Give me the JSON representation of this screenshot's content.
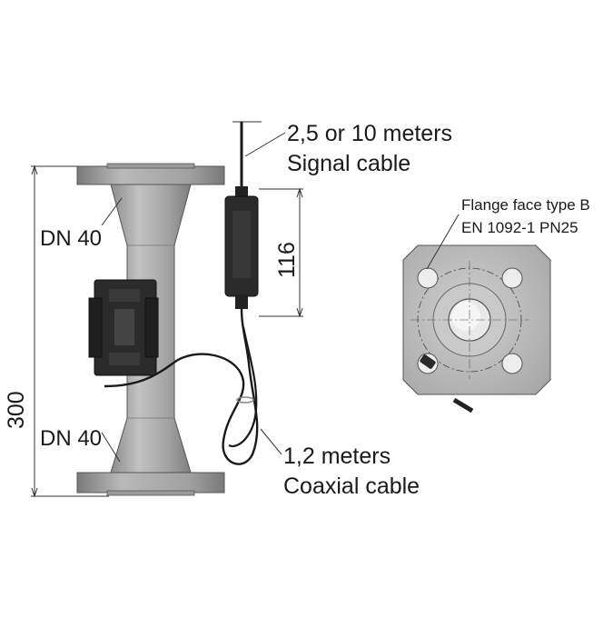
{
  "labels": {
    "signal_cable_length": "2,5 or 10 meters",
    "signal_cable": "Signal cable",
    "dn_top": "DN 40",
    "dn_bottom": "DN 40",
    "dim_116": "116",
    "dim_300": "300",
    "coax_length": "1,2 meters",
    "coax_cable": "Coaxial cable",
    "flange_face": "Flange face type B",
    "flange_standard": "EN 1092-1 PN25"
  },
  "colors": {
    "metal": "#a6a6a6",
    "metal_dark": "#8a8a8a",
    "metal_light": "#c4c4c4",
    "plastic": "#2b2b2b",
    "line": "#222222"
  }
}
